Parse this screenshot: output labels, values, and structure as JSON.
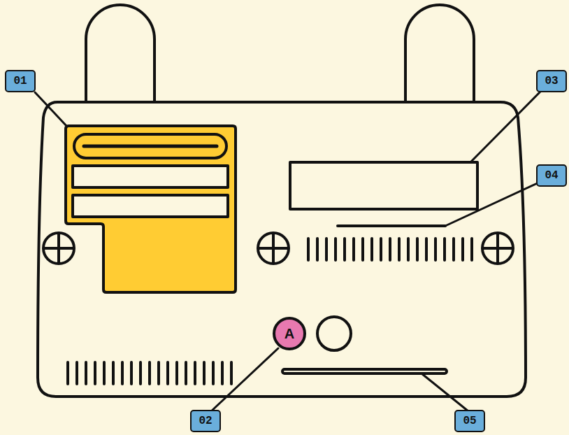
{
  "diagram": {
    "nodes": [
      {
        "text": [
          "A"
        ]
      }
    ],
    "labels": [
      "01",
      "03",
      "04",
      "02",
      "05"
    ]
  }
}
